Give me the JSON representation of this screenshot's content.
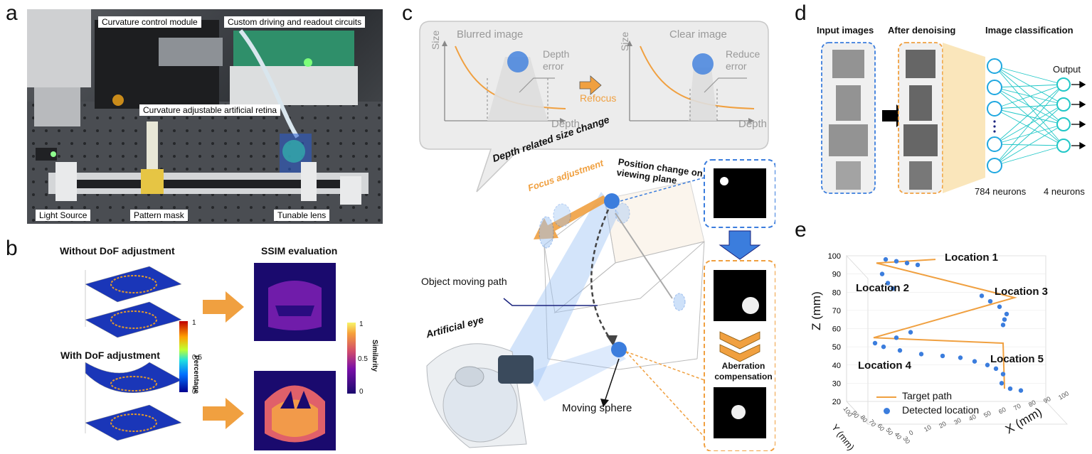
{
  "panels": {
    "a": {
      "letter": "a",
      "labels": {
        "curvature_control": "Curvature control module",
        "custom_driving": "Custom driving and readout circuits",
        "curvature_retina": "Curvature adjustable artificial retina",
        "light_source": "Light Source",
        "pattern_mask": "Pattern mask",
        "tunable_lens": "Tunable lens"
      }
    },
    "b": {
      "letter": "b",
      "without": "Without DoF adjustment",
      "with": "With DoF adjustment",
      "ssim": "SSIM evaluation",
      "cb_left": {
        "label": "Percentage",
        "max": "1",
        "mid": "0.5",
        "min": "0"
      },
      "cb_right": {
        "label": "Similarity",
        "max": "1",
        "mid": "0.5",
        "min": "0"
      }
    },
    "c": {
      "letter": "c",
      "blurred": "Blurred image",
      "clear": "Clear image",
      "size": "Size",
      "depth": "Depth",
      "depth_error_1": "Depth",
      "depth_error_2": "error",
      "reduce_error_1": "Reduce",
      "reduce_error_2": "error",
      "refocus": "Refocus",
      "depth_related": "Depth related size change",
      "focus_adjustment": "Focus adjustment",
      "position_change_1": "Position change on",
      "position_change_2": "viewing plane",
      "object_path": "Object moving path",
      "artificial_eye": "Artificial eye",
      "moving_sphere": "Moving sphere",
      "aberration_1": "Aberration",
      "aberration_2": "compensation"
    },
    "d": {
      "letter": "d",
      "input": "Input images",
      "after": "After denoising",
      "classification": "Image classification",
      "output": "Output",
      "n784": "784 neurons",
      "n4": "4 neurons"
    },
    "e": {
      "letter": "e",
      "zlabel": "Z (mm)",
      "xlabel": "X (mm)",
      "ylabel": "Y (mm)",
      "locations": [
        "Location 1",
        "Location 2",
        "Location 3",
        "Location 4",
        "Location 5"
      ],
      "legend_target": "Target path",
      "legend_detected": "Detected location",
      "zticks": [
        "100",
        "90",
        "80",
        "70",
        "60",
        "50",
        "40",
        "30",
        "20"
      ],
      "yticks": [
        "100",
        "90",
        "80",
        "70",
        "60",
        "50",
        "40",
        "30"
      ],
      "xticks": [
        "0",
        "10",
        "20",
        "30",
        "40",
        "50",
        "60",
        "70",
        "80",
        "90",
        "100"
      ]
    }
  },
  "colors": {
    "orange": "#f0a040",
    "blue": "#3b7ddd",
    "teal": "#20c7c7",
    "navy": "#1a237e"
  },
  "chart_data": {
    "type": "scatter",
    "title": "",
    "zlabel": "Z (mm)",
    "xlabel": "X (mm)",
    "ylabel": "Y (mm)",
    "zlim": [
      20,
      100
    ],
    "series": [
      {
        "name": "Target path",
        "z": [
          98,
          96,
          77,
          55,
          52,
          27
        ]
      },
      {
        "name": "Detected location",
        "z": [
          98,
          97,
          96,
          95,
          90,
          85,
          82,
          78,
          75,
          72,
          68,
          65,
          62,
          58,
          55,
          52,
          50,
          48,
          46,
          45,
          44,
          42,
          40,
          38,
          35,
          30,
          27,
          26
        ]
      }
    ]
  }
}
